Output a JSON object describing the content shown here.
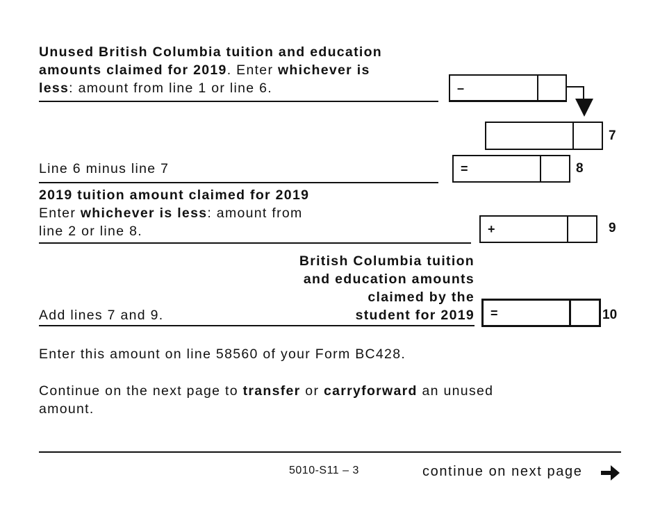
{
  "block6": {
    "line1_bold": "Unused British Columbia tuition and education",
    "line2_bold": "amounts claimed for 2019",
    "line2_mid": ". Enter ",
    "line2_bold2": "whichever is",
    "line3_bold": "less",
    "line3_rest": ": amount from line 1 or line 6.",
    "box_sign": "–"
  },
  "line7": {
    "number": "7"
  },
  "line8": {
    "label": "Line 6 minus line 7",
    "sign": "=",
    "number": "8"
  },
  "line9": {
    "title": "2019 tuition amount claimed for 2019",
    "enter": "Enter ",
    "bold": "whichever is less",
    "rest": ": amount from",
    "line3": "line 2 or line 8.",
    "sign": "+",
    "number": "9"
  },
  "line10": {
    "left_label": "Add lines 7 and 9.",
    "right_label_lines": [
      "British Columbia tuition",
      "and education amounts",
      "claimed by the",
      "student for 2019"
    ],
    "sign": "=",
    "number": "10"
  },
  "instructions": {
    "enter_line": "Enter this amount on line 58560 of your Form BC428.",
    "continue_pre": "Continue on the next page to ",
    "continue_b1": "transfer",
    "continue_mid": " or ",
    "continue_b2": "carryforward",
    "continue_post": " an unused",
    "continue_line2": "amount."
  },
  "footer": {
    "form_code": "5010-S11 – 3",
    "next_label": "continue on next page",
    "next_icon": "arrow-right-icon"
  }
}
